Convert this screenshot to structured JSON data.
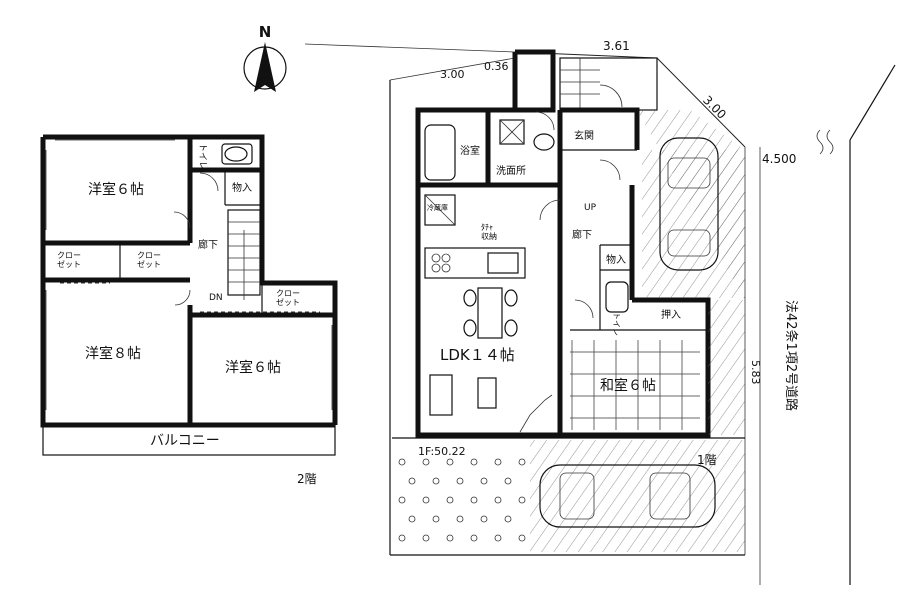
{
  "compass": {
    "north": "N"
  },
  "floor2": {
    "floor_label": "2階",
    "rooms": {
      "western6_upper": "洋室６帖",
      "western8": "洋室８帖",
      "western6_lower": "洋室６帖",
      "toilet": "トイレ",
      "storage": "物入",
      "corridor": "廊下",
      "closet_a": "クロー\nゼット",
      "closet_b": "クロー\nゼット",
      "closet_c": "クロー\nゼット",
      "down": "DN",
      "balcony": "バルコニー"
    }
  },
  "floor1": {
    "floor_label": "1階",
    "area_label": "1F:50.22",
    "rooms": {
      "bath": "浴室",
      "washroom": "洗面所",
      "entrance": "玄関",
      "up": "UP",
      "hall": "廊下",
      "storage_a": "物入",
      "toilet": "トイレ",
      "storage_b": "押入",
      "ldk": "LDK１４帖",
      "japanese": "和室６帖",
      "fridge": "冷蔵庫",
      "kitchen_note": "ﾀﾁｬ\n収納"
    }
  },
  "site": {
    "dim_300a": "3.00",
    "dim_036": "0.36",
    "dim_361": "3.61",
    "dim_300b": "3.00",
    "dim_4500": "4.500",
    "dim_583": "5.83",
    "road_note": "法42条1項2号道路"
  }
}
